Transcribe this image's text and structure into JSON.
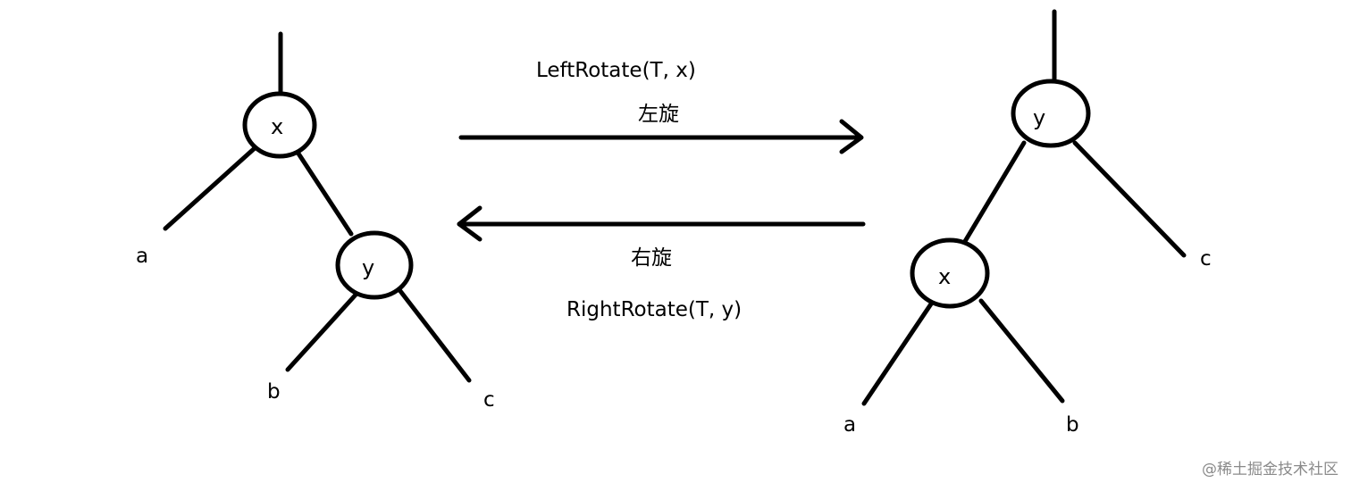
{
  "left_tree": {
    "root": "x",
    "child": "y",
    "leaves": [
      "a",
      "b",
      "c"
    ]
  },
  "right_tree": {
    "root": "y",
    "child": "x",
    "leaves": [
      "a",
      "b",
      "c"
    ]
  },
  "left_rotate": {
    "label": "LeftRotate(T, x)",
    "cn_label": "左旋"
  },
  "right_rotate": {
    "label": "RightRotate(T, y)",
    "cn_label": "右旋"
  },
  "watermark": "@稀土掘金技术社区"
}
